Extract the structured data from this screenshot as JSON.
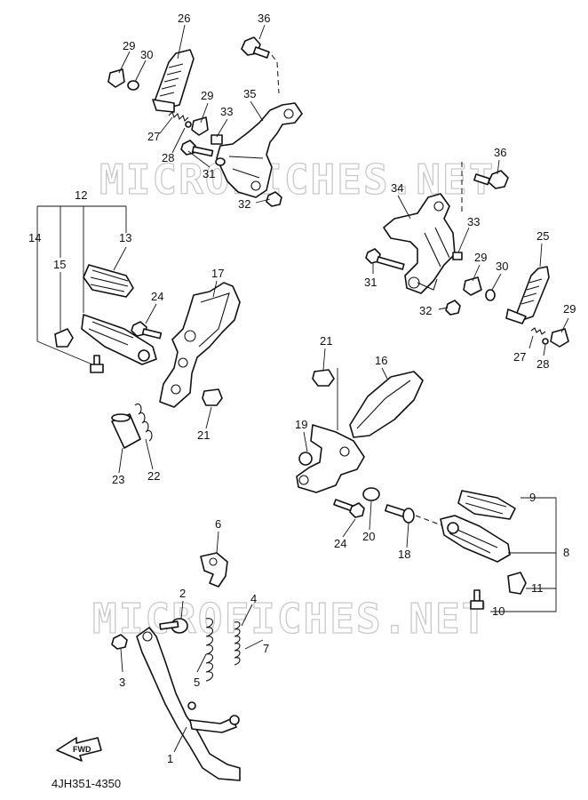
{
  "watermarks": [
    "MICROFICHES.NET",
    "MICROFICHES.NET"
  ],
  "diagram_code": "4JH351-4350",
  "fwd_label": "FWD",
  "callouts": {
    "c1": "1",
    "c2": "2",
    "c3": "3",
    "c4": "4",
    "c5": "5",
    "c6": "6",
    "c7": "7",
    "c8": "8",
    "c9": "9",
    "c10": "10",
    "c11": "11",
    "c12": "12",
    "c13": "13",
    "c14": "14",
    "c15": "15",
    "c16": "16",
    "c17": "17",
    "c18": "18",
    "c19": "19",
    "c20": "20",
    "c21a": "21",
    "c21b": "21",
    "c22": "22",
    "c23": "23",
    "c24a": "24",
    "c24b": "24",
    "c25": "25",
    "c26": "26",
    "c27a": "27",
    "c27b": "27",
    "c28a": "28",
    "c28b": "28",
    "c29a": "29",
    "c29b": "29",
    "c29c": "29",
    "c29d": "29",
    "c30a": "30",
    "c30b": "30",
    "c31a": "31",
    "c31b": "31",
    "c32a": "32",
    "c32b": "32",
    "c33a": "33",
    "c33b": "33",
    "c34": "34",
    "c35": "35",
    "c36a": "36",
    "c36b": "36"
  }
}
